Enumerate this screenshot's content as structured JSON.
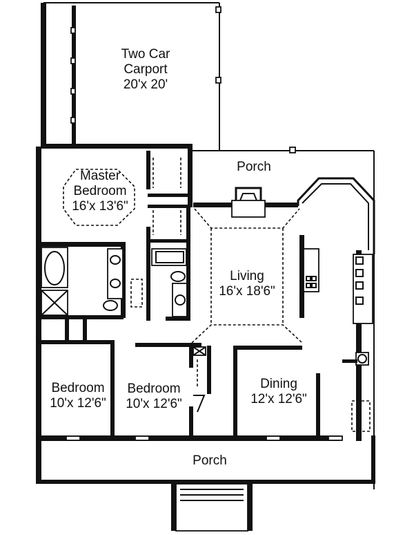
{
  "rooms": {
    "carport": {
      "line1": "Two Car",
      "line2": "Carport",
      "line3": "20'x 20'"
    },
    "porch_rear": {
      "line1": "Porch"
    },
    "master": {
      "line1": "Master",
      "line2": "Bedroom",
      "line3": "16'x 13'6\""
    },
    "living": {
      "line1": "Living",
      "line2": "16'x 18'6\""
    },
    "bedroom1": {
      "line1": "Bedroom",
      "line2": "10'x 12'6\""
    },
    "bedroom2": {
      "line1": "Bedroom",
      "line2": "10'x 12'6\""
    },
    "dining": {
      "line1": "Dining",
      "line2": "12'x 12'6\""
    },
    "porch_front": {
      "line1": "Porch"
    }
  }
}
